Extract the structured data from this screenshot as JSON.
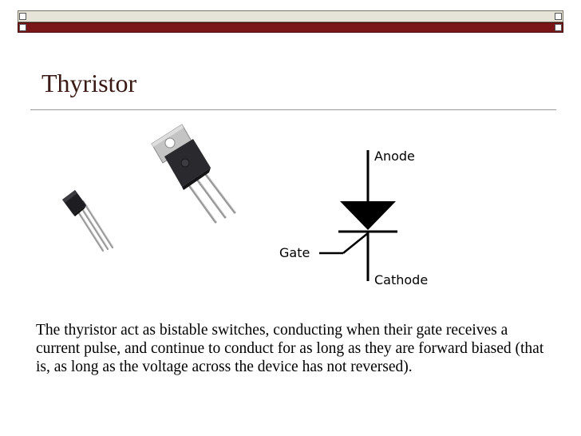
{
  "slide": {
    "title": "Thyristor",
    "body": "The thyristor act as bistable switches, conducting when their gate receives a current pulse, and continue to conduct for as long as they are forward biased (that is, as long as the voltage across the device has not reversed)."
  },
  "symbol": {
    "anode": "Anode",
    "gate": "Gate",
    "cathode": "Cathode"
  },
  "colors": {
    "bar_dark": "#7a1518",
    "bar_light": "#e6e3d8",
    "title": "#3a1a14"
  }
}
